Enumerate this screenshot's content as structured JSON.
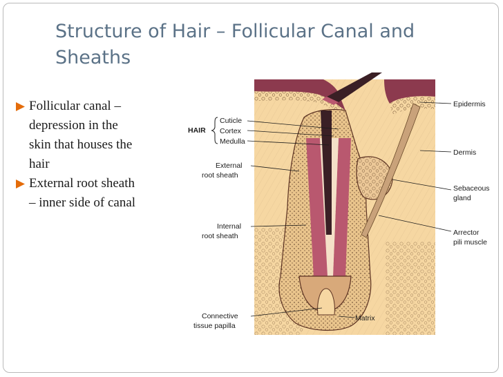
{
  "slide": {
    "title_line1": "Structure of Hair – Follicular Canal and",
    "title_line2": "Sheaths",
    "bullets": [
      {
        "lines": [
          "Follicular canal –",
          "depression in the",
          "skin that houses the",
          "hair"
        ]
      },
      {
        "lines": [
          "External root sheath",
          "– inner side of canal"
        ]
      }
    ],
    "bullet_color": "#e46c0a",
    "title_color": "#5b7287"
  },
  "figure": {
    "labels": {
      "hair": "HAIR",
      "cuticle": "Cuticle",
      "cortex": "Cortex",
      "medulla": "Medulla",
      "external_line1": "External",
      "external_line2": "root sheath",
      "internal_line1": "Internal",
      "internal_line2": "root sheath",
      "connective_line1": "Connective",
      "connective_line2": "tissue papilla",
      "epidermis": "Epidermis",
      "dermis": "Dermis",
      "sebaceous_line1": "Sebaceous",
      "sebaceous_line2": "gland",
      "arrector_line1": "Arrector",
      "arrector_line2": "pili muscle",
      "matrix": "Matrix"
    },
    "colors": {
      "dermis": "#f6d7a2",
      "epidermis": "#8c3a4e",
      "sheath": "#b9586f",
      "hair_shaft": "#3a1f25"
    }
  }
}
